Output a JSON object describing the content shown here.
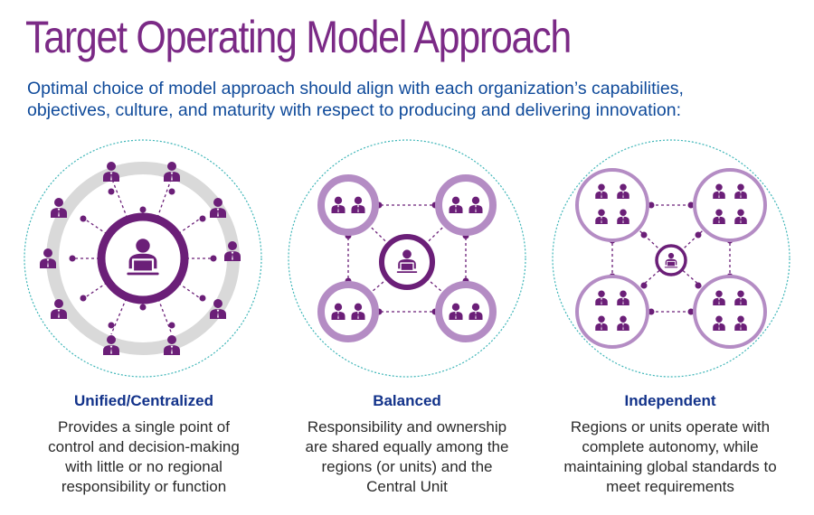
{
  "title": "Target Operating Model Approach",
  "subtitle": {
    "line1": "Optimal choice of model approach should align with each organization’s capabilities,",
    "line2": "objectives, culture, and maturity with respect to producing and delivering innovation:"
  },
  "colors": {
    "purple": "#6b1f78",
    "light_purple": "#b48cc4",
    "ring_gray": "#d9d9d9",
    "teal": "#3fb6b8",
    "heading_blue": "#12328a",
    "subtitle_blue": "#0f4a9a"
  },
  "icons": {
    "person": "person-icon",
    "laptop_person": "person-laptop-icon"
  },
  "models": [
    {
      "heading": "Unified/Centralized",
      "lines": [
        "Provides a single point of",
        "control and decision-making",
        "with little or no regional",
        "responsibility or function"
      ]
    },
    {
      "heading": "Balanced",
      "lines": [
        "Responsibility and ownership",
        "are shared equally among the",
        "regions (or units) and the",
        "Central Unit"
      ]
    },
    {
      "heading": "Independent",
      "lines": [
        "Regions or units operate with",
        "complete autonomy, while",
        "maintaining global standards to",
        "meet requirements"
      ]
    }
  ]
}
